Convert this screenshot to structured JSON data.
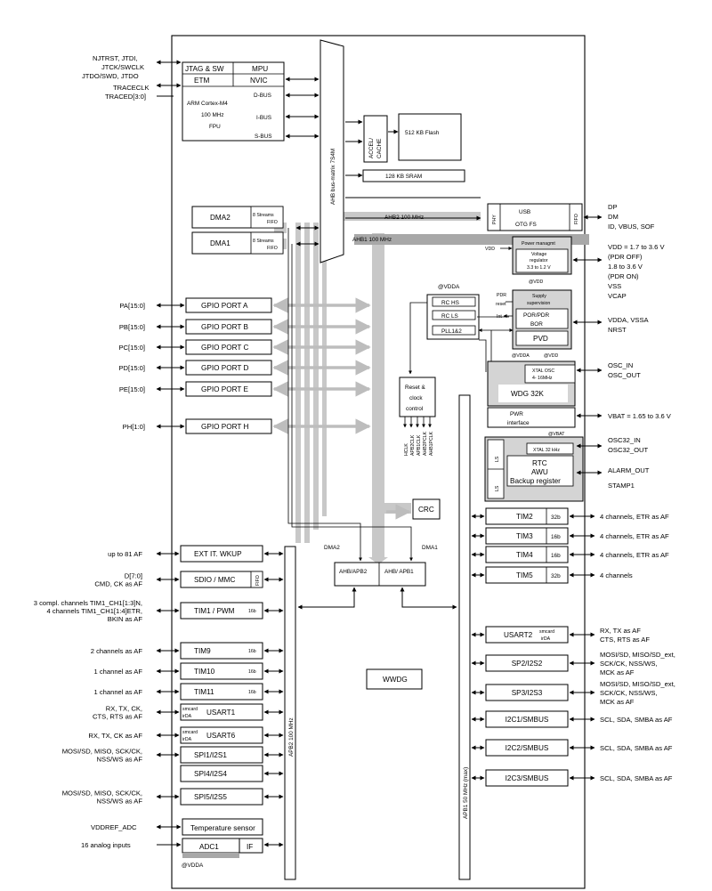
{
  "core": {
    "jtag_sw": "JTAG & SW",
    "etm": "ETM",
    "mpu": "MPU",
    "nvic": "NVIC",
    "cpu_line1": "ARM Cortex-M4",
    "cpu_line2": "100 MHz",
    "cpu_line3": "FPU",
    "dbus": "D-BUS",
    "ibus": "I-BUS",
    "sbus": "S-BUS"
  },
  "bus_matrix": "AHB bus-matrix 7S4M",
  "accel_cache": [
    "ACCEL/",
    "CACHE"
  ],
  "flash": "512 KB Flash",
  "sram": "128 KB SRAM",
  "dma": [
    {
      "name": "DMA2",
      "fifo": [
        "8 Streams",
        "FIFO"
      ]
    },
    {
      "name": "DMA1",
      "fifo": [
        "8 Streams",
        "FIFO"
      ]
    }
  ],
  "buses": {
    "ahb2": "AHB2 100 MHz",
    "ahb1": "AHB1 100 MHz",
    "apb2": "APB2 100 MHz",
    "apb1": "APB1 50 MHz (max)"
  },
  "usb": {
    "phy": "PHY",
    "usb": "USB",
    "otg": "OTG FS",
    "fifo": "FIFO"
  },
  "usb_pins": [
    "DP",
    "DM",
    "ID, VBUS, SOF"
  ],
  "power": {
    "vdd": "VDD",
    "title": "Power managmt",
    "reg": [
      "Voltage",
      "regulator",
      "3.3 to 1.2 V"
    ],
    "at_vdd": "@VDD"
  },
  "power_pins": [
    "VDD = 1.7 to 3.6 V",
    "(PDR OFF)",
    "1.8 to 3.6 V",
    "(PDR ON)",
    "VSS",
    "VCAP"
  ],
  "supply": {
    "pdr": "PDR",
    "reset": "reset",
    "int": "Int",
    "title": [
      "Supply",
      "supervision"
    ],
    "por": [
      "POR/PDR",
      "BOR"
    ],
    "pvd": "PVD"
  },
  "supply_pins": [
    "VDDA, VSSA",
    "NRST"
  ],
  "clocks": {
    "at_vdda": "@VDDA",
    "rc_hs": "RC HS",
    "rc_ls": "RC LS",
    "pll": "PLL1&2",
    "at_vdda2": "@VDDA",
    "at_vdd2": "@VDD",
    "xtal": [
      "XTAL OSC",
      "4- 16MHz"
    ],
    "wdg": "WDG 32K",
    "pwr": [
      "PWR",
      "interface"
    ],
    "at_vbat": "@VBAT",
    "reset_clock": [
      "Reset &",
      "clock",
      "control"
    ],
    "clk_signals": [
      "HCLK",
      "APB2CLK",
      "APB1CLK",
      "AHB2PCLK",
      "AHB1PCLK"
    ]
  },
  "osc_pins": [
    "OSC_IN",
    "OSC_OUT"
  ],
  "vbat_pin": "VBAT = 1.65 to 3.6 V",
  "rtc": {
    "ls1": "LS",
    "ls2": "LS",
    "xtal32": "XTAL 32 kHz",
    "lines": [
      "RTC",
      "AWU",
      "Backup register"
    ]
  },
  "rtc_pins": [
    "OSC32_IN",
    "OSC32_OUT",
    "ALARM_OUT",
    "STAMP1"
  ],
  "crc": "CRC",
  "bridges": {
    "dma2": "DMA2",
    "dma1": "DMA1",
    "b2": "AHB/APB2",
    "b1": "AHB/ APB1"
  },
  "wwdg": "WWDG",
  "gpio": [
    {
      "pin": "PA[15:0]",
      "name": "GPIO PORT A"
    },
    {
      "pin": "PB[15:0]",
      "name": "GPIO PORT B"
    },
    {
      "pin": "PC[15:0]",
      "name": "GPIO PORT C"
    },
    {
      "pin": "PD[15:0]",
      "name": "GPIO PORT D"
    },
    {
      "pin": "PE[15:0]",
      "name": "GPIO PORT E"
    },
    {
      "pin": "PH[1:0]",
      "name": "GPIO PORT H"
    }
  ],
  "jtag_pins": [
    "NJTRST, JTDI,",
    "JTCK/SWCLK",
    "JTDO/SWD, JTDO",
    "TRACECLK",
    "TRACED[3:0]"
  ],
  "left_periph": [
    {
      "pin": [
        "up to 81 AF"
      ],
      "name": "EXT IT. WKUP",
      "tag": ""
    },
    {
      "pin": [
        "D[7:0]",
        "CMD, CK as AF"
      ],
      "name": "SDIO / MMC",
      "tag": "FIFO"
    },
    {
      "pin": [
        "3 compl. channels TIM1_CH1[1:3]N,",
        "4 channels TIM1_CH1[1:4]ETR,",
        "BKIN as AF"
      ],
      "name": "TIM1 / PWM",
      "tag": "16b"
    },
    {
      "pin": [
        "2 channels as AF"
      ],
      "name": "TIM9",
      "tag": "16b"
    },
    {
      "pin": [
        "1 channel as AF"
      ],
      "name": "TIM10",
      "tag": "16b"
    },
    {
      "pin": [
        "1 channel as AF"
      ],
      "name": "TIM11",
      "tag": "16b"
    },
    {
      "pin": [
        "RX, TX, CK,",
        "CTS, RTS as AF"
      ],
      "name": "USART1",
      "tag": "smcard irDA"
    },
    {
      "pin": [
        "RX, TX, CK as AF"
      ],
      "name": "USART6",
      "tag": "smcard irDA"
    },
    {
      "pin": [
        "MOSI/SD, MISO, SCK/CK,",
        "NSS/WS as AF"
      ],
      "name": "SPI1/I2S1",
      "tag": ""
    },
    {
      "pin": [],
      "name": "SPI4/I2S4",
      "tag": ""
    },
    {
      "pin": [
        "MOSI/SD, MISO, SCK/CK,",
        "NSS/WS as AF"
      ],
      "name": "SPI5/I2S5",
      "tag": ""
    }
  ],
  "adc": {
    "temp": "Temperature sensor",
    "name": "ADC1",
    "if": "IF",
    "at_vdda": "@VDDA",
    "pins": [
      "VDDREF_ADC",
      "16 analog inputs"
    ]
  },
  "right_periph": [
    {
      "name": "TIM2",
      "tag": "32b",
      "pin": [
        "4 channels, ETR as AF"
      ]
    },
    {
      "name": "TIM3",
      "tag": "16b",
      "pin": [
        "4 channels, ETR as AF"
      ]
    },
    {
      "name": "TIM4",
      "tag": "16b",
      "pin": [
        "4 channels, ETR as AF"
      ]
    },
    {
      "name": "TIM5",
      "tag": "32b",
      "pin": [
        "4 channels"
      ]
    },
    {
      "name": "USART2",
      "tag": "smcard irDA",
      "pin": [
        "RX, TX as AF",
        "CTS, RTS as AF"
      ]
    },
    {
      "name": "SP2/I2S2",
      "tag": "",
      "pin": [
        "MOSI/SD, MISO/SD_ext,",
        "SCK/CK, NSS/WS,",
        "MCK as AF"
      ]
    },
    {
      "name": "SP3/I2S3",
      "tag": "",
      "pin": [
        "MOSI/SD, MISO/SD_ext,",
        "SCK/CK, NSS/WS,",
        "MCK as AF"
      ]
    },
    {
      "name": "I2C1/SMBUS",
      "tag": "",
      "pin": [
        "SCL, SDA, SMBA as AF"
      ]
    },
    {
      "name": "I2C2/SMBUS",
      "tag": "",
      "pin": [
        "SCL, SDA, SMBA as AF"
      ]
    },
    {
      "name": "I2C3/SMBUS",
      "tag": "",
      "pin": [
        "SCL, SDA, SMBA as AF"
      ]
    }
  ],
  "colors": {
    "line": "#000000",
    "bus": "#c8c8c8",
    "shade": "#d4d4d4",
    "dark": "#a8a8a8",
    "bg": "#ffffff"
  }
}
